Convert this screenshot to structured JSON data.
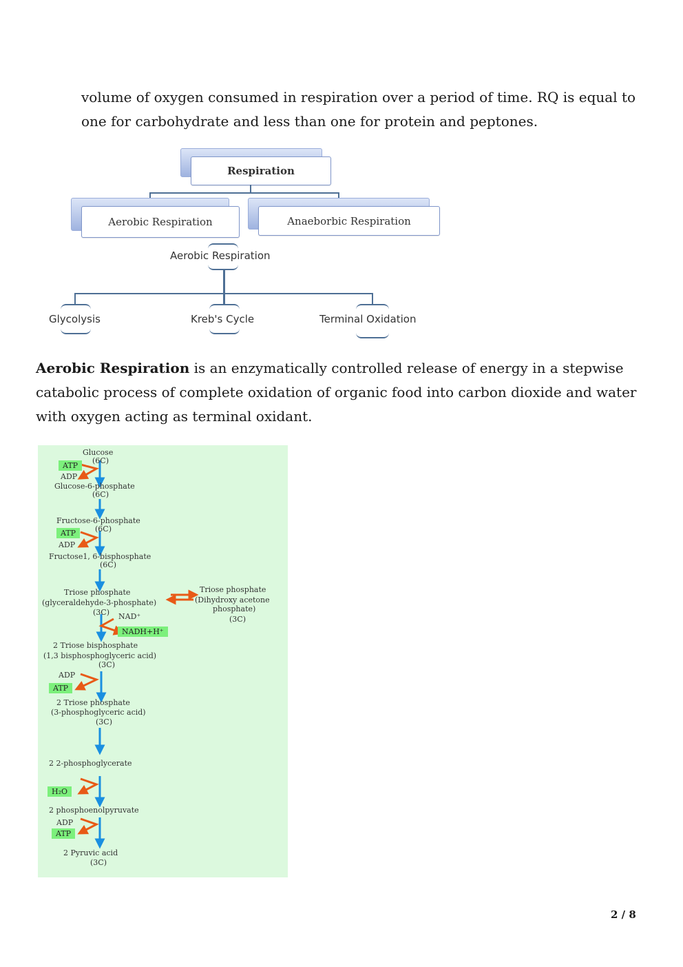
{
  "intro": {
    "text": "volume of oxygen consumed in respiration over a period of time. RQ is equal to one for carbohydrate and less than one for protein and peptones."
  },
  "tree": {
    "root": "Respiration",
    "aerobic": "Aerobic Respiration",
    "anaerobic": "Anaeborbic Respiration",
    "sub_title": "Aerobic Respiration",
    "branches": [
      "Glycolysis",
      "Kreb's Cycle",
      "Terminal Oxidation"
    ]
  },
  "aerobic_para": {
    "bold": "Aerobic Respiration",
    "rest": " is an enzymatically controlled release of energy in a stepwise catabolic process of complete oxidation of organic food into carbon dioxide and water with oxygen acting as terminal oxidant."
  },
  "glycolysis": {
    "glucose": "Glucose",
    "c6": "(6C)",
    "c3": "(3C)",
    "atp": "ATP",
    "adp": "ADP",
    "nad": "NAD⁺",
    "nadh": "NADH+H⁺",
    "h2o": "H₂O",
    "g6p": "Glucose-6-phosphate",
    "f6p": "Fructose-6-phosphate",
    "f16bp": "Fructose1, 6-bisphosphate",
    "triose": "Triose phosphate",
    "gap": "(glyceraldehyde-3-phosphate)",
    "dhap1": "(Dihydroxy acetone",
    "dhap2": "phosphate)",
    "tbp": "2   Triose bisphosphate",
    "bpg": "(1,3 bisphosphoglyceric acid)",
    "tp2": "2   Triose phosphate",
    "pga": "(3-phosphoglyceric acid)",
    "pg2": "2    2-phosphoglycerate",
    "pep": "2    phosphoenolpyruvate",
    "pyr": "2    Pyruvic acid"
  },
  "colors": {
    "arrow_blue": "#1a8fe0",
    "arrow_orange": "#e85a17",
    "panel_green": "#dcf9de",
    "tag_green": "#7cf07c",
    "tree_line": "#4e6f95"
  },
  "page": "2 / 8"
}
